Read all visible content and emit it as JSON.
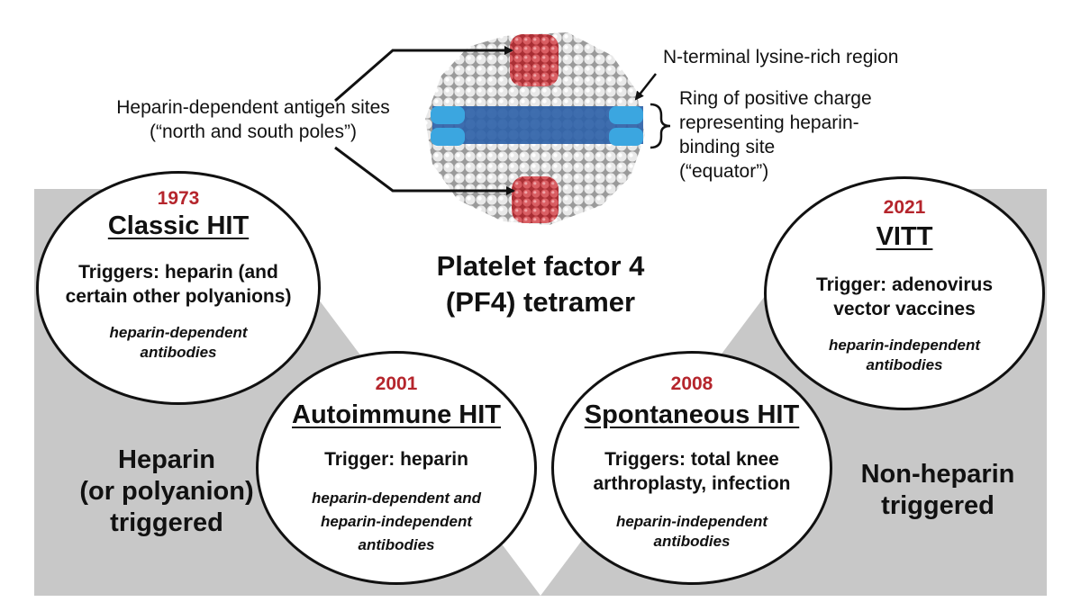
{
  "center": {
    "title_line1": "Platelet factor 4",
    "title_line2": "(PF4) tetramer"
  },
  "annotations": {
    "antigen_sites_line1": "Heparin-dependent antigen sites",
    "antigen_sites_line2": "(“north and south poles”)",
    "n_terminal": "N-terminal lysine-rich region",
    "ring_line1": "Ring of positive charge",
    "ring_line2": "representing heparin-",
    "ring_line3": "binding site",
    "ring_line4": "(“equator”)"
  },
  "circles": [
    {
      "year": "1973",
      "title": "Classic HIT",
      "trigger_line1": "Triggers: heparin (and",
      "trigger_line2": "certain other polyanions)",
      "antibodies_line1": "heparin-dependent",
      "antibodies_line2": "antibodies"
    },
    {
      "year": "2001",
      "title": "Autoimmune HIT",
      "trigger_line1": "Trigger: heparin",
      "antibodies_line1": "heparin-dependent and",
      "antibodies_line2": "heparin-independent",
      "antibodies_line3": "antibodies"
    },
    {
      "year": "2008",
      "title": "Spontaneous HIT",
      "trigger_line1": "Triggers: total knee",
      "trigger_line2": "arthroplasty, infection",
      "antibodies_line1": "heparin-independent",
      "antibodies_line2": "antibodies"
    },
    {
      "year": "2021",
      "title": "VITT",
      "trigger_line1": "Trigger: adenovirus",
      "trigger_line2": "vector vaccines",
      "antibodies_line1": "heparin-independent",
      "antibodies_line2": "antibodies"
    }
  ],
  "regions": {
    "left_line1": "Heparin",
    "left_line2": "(or polyanion)",
    "left_line3": "triggered",
    "right_line1": "Non-heparin",
    "right_line2": "triggered"
  },
  "colors": {
    "year_red": "#b5252c",
    "region_gray": "#c8c8c8",
    "equator_blue": "#2f62a8",
    "equator_cyan": "#3ba6e0",
    "pole_red": "#c0393f"
  }
}
